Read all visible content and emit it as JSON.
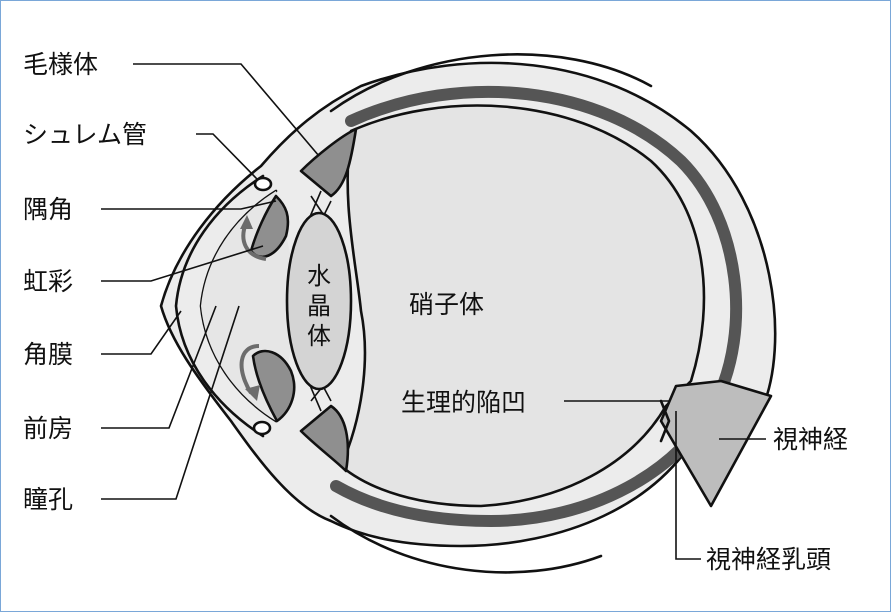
{
  "labels": {
    "ciliary_body": "毛様体",
    "schlemm_canal": "シュレム管",
    "angle": "隅角",
    "iris": "虹彩",
    "cornea": "角膜",
    "anterior_chamber": "前房",
    "pupil": "瞳孔",
    "lens": [
      "水",
      "晶",
      "体"
    ],
    "vitreous": "硝子体",
    "physiological_cup": "生理的陥凹",
    "optic_nerve": "視神経",
    "optic_disc": "視神経乳頭"
  },
  "colors": {
    "outline": "#111111",
    "light_fill": "#e7e7e7",
    "mid_fill": "#c9c9c9",
    "dark_fill": "#8f8f8f",
    "border": "#7aa7d8"
  }
}
